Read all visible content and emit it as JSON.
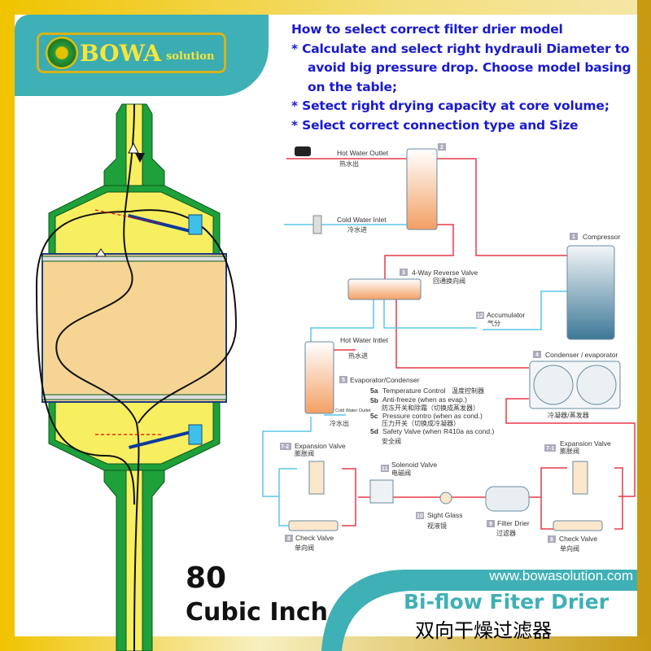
{
  "brand": {
    "logo_main": "BOWA",
    "logo_sub": "solution",
    "url": "www.bowasolution.com"
  },
  "colors": {
    "teal": "#3fb0b5",
    "gold": "#f0c400",
    "instruction_blue": "#1a1ad0",
    "housing_green": "#1ea03a",
    "interior_yellow": "#f8ef60",
    "hot_pipe": "#e83a4a",
    "cold_pipe": "#5cc6ea"
  },
  "instructions": {
    "heading": "How to select correct filter drier model",
    "line1": "* Calculate and select right hydrauli Diameter to",
    "line2": "avoid big pressure drop.  Choose model basing",
    "line3": "on the table;",
    "line4": "* Setect right drying capacity at core volume;",
    "line5": "* Select correct connection type and Size"
  },
  "product": {
    "volume": "80",
    "unit": "Cubic Inch",
    "title_en": "Bi-flow Fiter Drier",
    "title_cn": "双向干燥过滤器"
  },
  "schematic": {
    "hot_water_outlet": {
      "en": "Hot Water Outlet",
      "cn": "热水出"
    },
    "cold_water_inlet": {
      "en": "Cold Water Inlet",
      "cn": "冷水进"
    },
    "hot_water_inlet": {
      "en": "Hot Water Intlet",
      "cn": "热水进"
    },
    "cold_water_outlet": {
      "en": "Cold Water Outlet",
      "cn": "冷水出"
    },
    "c1": {
      "num": "1",
      "en": "Compressor"
    },
    "c2": {
      "num": "2"
    },
    "c3": {
      "num": "3",
      "en": "4-Way Reverse Valve",
      "cn": "回通换向阀"
    },
    "c4": {
      "num": "4",
      "en": "Condenser / evaporator",
      "cn": "冷凝器/蒸发器"
    },
    "c5": {
      "num": "5",
      "en": "Evaporator/Condenser"
    },
    "c5a": {
      "num": "5a",
      "en": "Temperature Control",
      "cn": "温度控制器"
    },
    "c5b": {
      "num": "5b",
      "en": "Anti-freeze (when as evap.)",
      "cn": "防冻开关和除霜（切换成蒸发器）"
    },
    "c5c": {
      "num": "5c",
      "en": "Pressure contro (when as cond.)",
      "cn": "压力开关（切换成冷凝器）"
    },
    "c5d": {
      "num": "5d",
      "en": "Safety Valve (when R410a as cond.)",
      "cn": "安全阀"
    },
    "c7_2": {
      "num": "7-2",
      "en": "Expansion Valve",
      "cn": "膨胀阀"
    },
    "c7_1": {
      "num": "7-1",
      "en": "Expansion Valve",
      "cn": "膨胀阀"
    },
    "c8a": {
      "num": "8",
      "en": "Check Valve",
      "cn": "单向阀"
    },
    "c8b": {
      "num": "8",
      "en": "Check Valve",
      "cn": "单向阀"
    },
    "c9": {
      "num": "9",
      "en": "Filter Drier",
      "cn": "过滤器"
    },
    "c10": {
      "num": "10",
      "en": "Sight Glass",
      "cn": "视液镜"
    },
    "c11": {
      "num": "11",
      "en": "Solenoid Valve",
      "cn": "电磁阀"
    },
    "c12": {
      "num": "12",
      "en": "Accumulator",
      "cn": "气分"
    }
  }
}
